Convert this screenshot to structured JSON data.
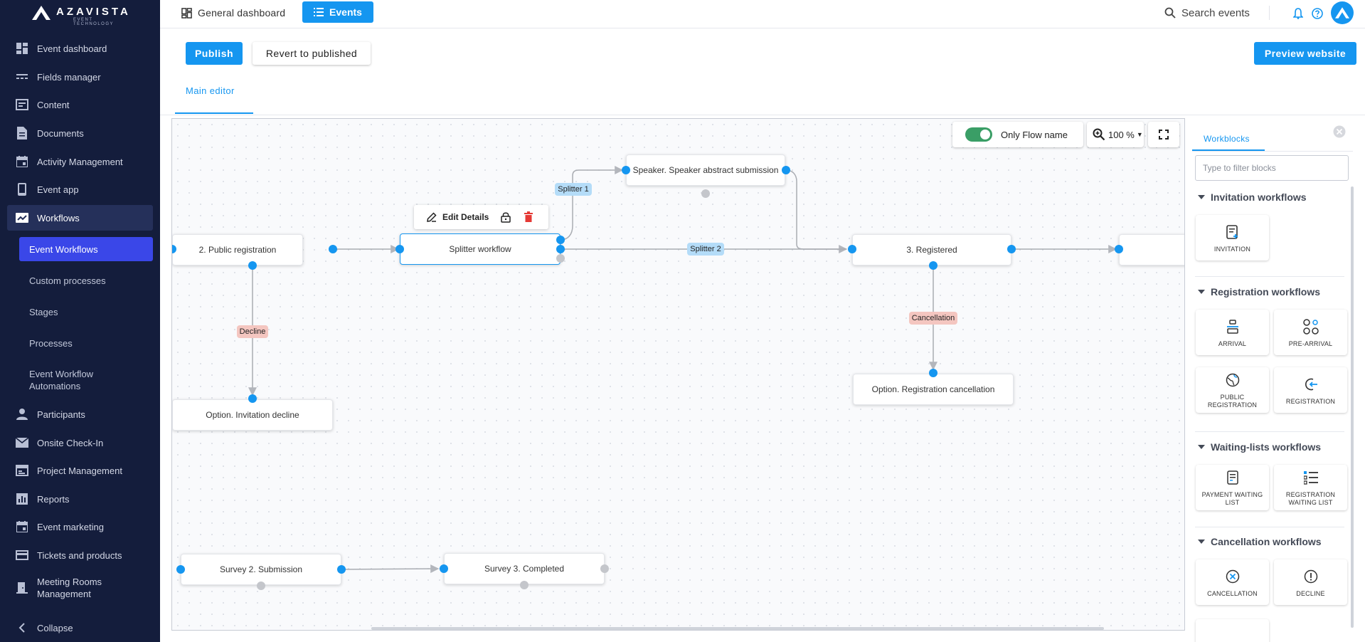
{
  "brand": {
    "name": "AZAVISTA",
    "tagline": "EVENT TECHNOLOGY"
  },
  "sidebar": {
    "items": [
      {
        "label": "Event dashboard",
        "icon": "dashboard-icon"
      },
      {
        "label": "Fields manager",
        "icon": "fields-icon"
      },
      {
        "label": "Content",
        "icon": "content-icon"
      },
      {
        "label": "Documents",
        "icon": "document-icon"
      },
      {
        "label": "Activity Management",
        "icon": "calendar-icon"
      },
      {
        "label": "Event app",
        "icon": "phone-icon"
      },
      {
        "label": "Workflows",
        "icon": "workflow-icon"
      },
      {
        "label": "Participants",
        "icon": "person-icon"
      },
      {
        "label": "Onsite Check-In",
        "icon": "mail-icon"
      },
      {
        "label": "Project Management",
        "icon": "project-icon"
      },
      {
        "label": "Reports",
        "icon": "reports-icon"
      },
      {
        "label": "Event marketing",
        "icon": "calendar-icon"
      },
      {
        "label": "Tickets and products",
        "icon": "card-icon"
      },
      {
        "label": "Meeting Rooms Management",
        "icon": "room-icon"
      }
    ],
    "workflow_sub": [
      "Event Workflows",
      "Custom processes",
      "Stages",
      "Processes",
      "Event Workflow Automations"
    ],
    "collapse_label": "Collapse"
  },
  "topbar": {
    "general_dashboard": "General dashboard",
    "events": "Events",
    "search_placeholder": "Search events"
  },
  "toolbar": {
    "publish": "Publish",
    "revert": "Revert to published",
    "preview": "Preview website"
  },
  "editor": {
    "main_tab": "Main editor",
    "only_flow_name": "Only Flow name",
    "zoom": "100 %",
    "edit_details": "Edit Details"
  },
  "flow": {
    "nodes": {
      "public_registration": "2. Public registration",
      "splitter_workflow": "Splitter workflow",
      "speaker_abstract": "Speaker. Speaker abstract submission",
      "registered": "3. Registered",
      "registration_cancellation": "Option. Registration cancellation",
      "invitation_decline": "Option. Invitation decline",
      "survey_submission": "Survey 2. Submission",
      "survey_completed": "Survey 3. Completed"
    },
    "edge_labels": {
      "splitter1": "Splitter 1",
      "splitter2": "Splitter 2",
      "decline": "Decline",
      "cancellation": "Cancellation"
    }
  },
  "workblocks": {
    "tab": "Workblocks",
    "filter_placeholder": "Type to filter blocks",
    "sections": {
      "invitation": "Invitation workflows",
      "registration": "Registration workflows",
      "waiting": "Waiting-lists workflows",
      "cancellation": "Cancellation workflows"
    },
    "blocks": {
      "invitation": "INVITATION",
      "arrival": "ARRIVAL",
      "pre_arrival": "PRE-ARRIVAL",
      "public_registration": "PUBLIC REGISTRATION",
      "registration": "REGISTRATION",
      "payment_waiting": "PAYMENT WAITING LIST",
      "registration_waiting": "REGISTRATION WAITING LIST",
      "cancellation": "CANCELLATION",
      "decline": "DECLINE"
    }
  },
  "colors": {
    "sidebar_bg": "#141d3c",
    "accent": "#1596f0",
    "selected_sub": "#3a47e8",
    "toggle_on": "#3a9e66",
    "delete_red": "#e53935"
  }
}
